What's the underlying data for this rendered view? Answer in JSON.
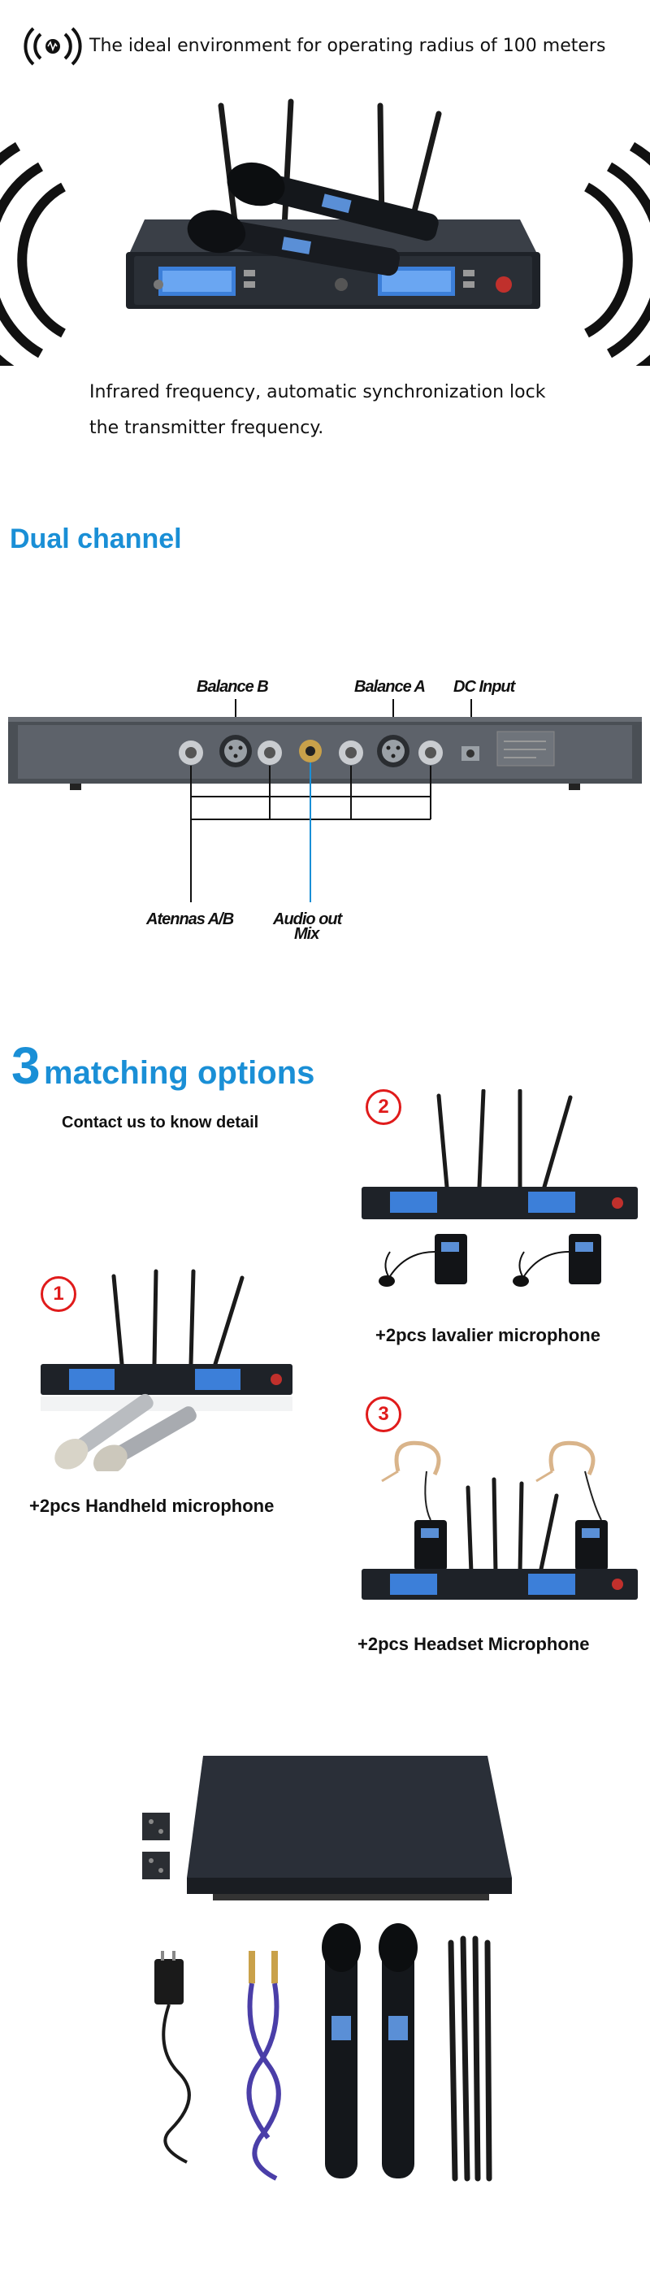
{
  "section1": {
    "signal_icon": "broadcast-icon",
    "headline": "The ideal environment for operating radius of 100 meters",
    "description_line1": "Infrared frequency, automatic synchronization lock",
    "description_line2": "the transmitter frequency."
  },
  "section2": {
    "title": "Dual channel",
    "labels": {
      "balance_b": "Balance B",
      "balance_a": "Balance A",
      "dc_input": "DC Input",
      "antennas": "Atennas A/B",
      "audio_out_line1": "Audio out",
      "audio_out_line2": "Mix"
    }
  },
  "section3": {
    "title_number": "3",
    "title_text": "matching options",
    "subtitle": "Contact us to know detail",
    "options": [
      {
        "badge": "1",
        "caption": "+2pcs Handheld microphone"
      },
      {
        "badge": "2",
        "caption": "+2pcs lavalier microphone"
      },
      {
        "badge": "3",
        "caption": "+2pcs Headset Microphone"
      }
    ]
  },
  "colors": {
    "accent_blue": "#1a8fd6",
    "badge_red": "#e01b1b",
    "device_dark": "#1e2228",
    "lcd_blue": "#3c7fd9"
  }
}
